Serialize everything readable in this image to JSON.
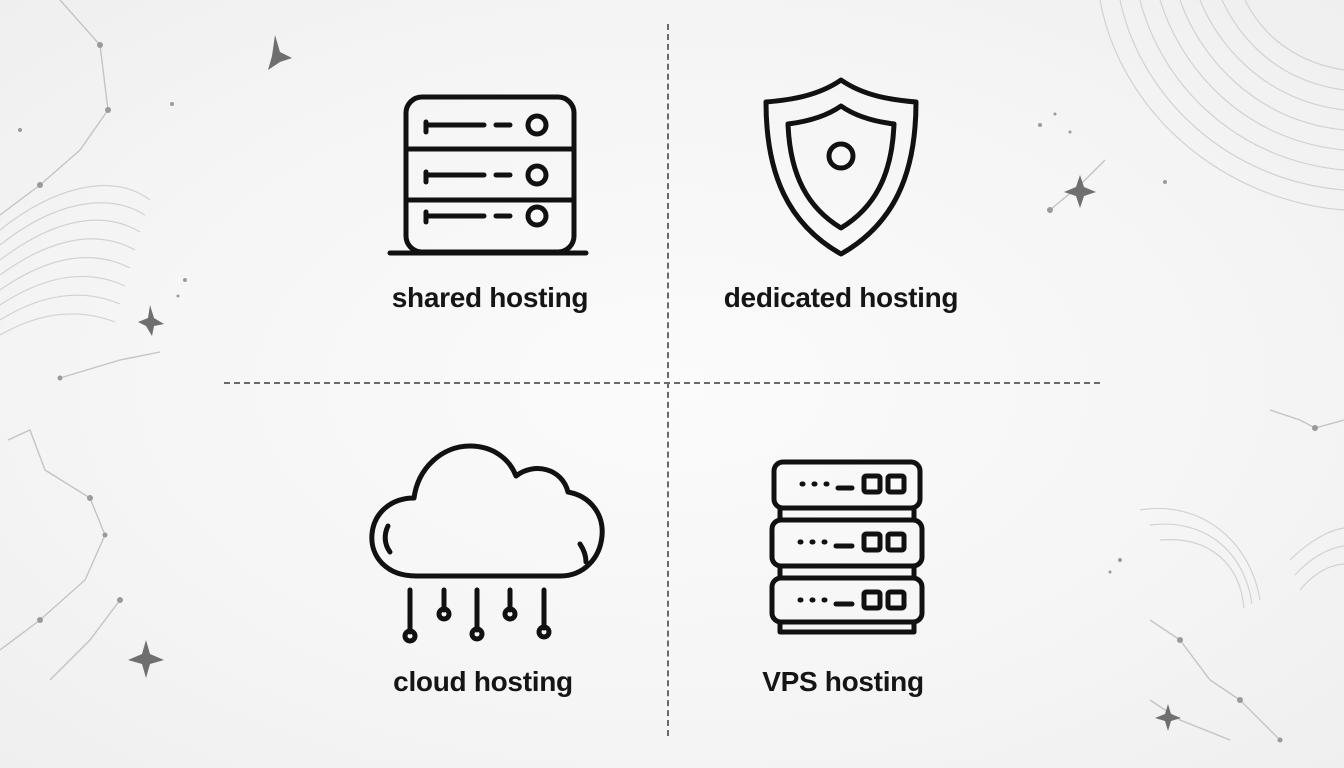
{
  "diagram": {
    "quadrants": [
      {
        "id": "shared",
        "label": "shared hosting",
        "icon": "server-rack-icon"
      },
      {
        "id": "dedicated",
        "label": "dedicated hosting",
        "icon": "shield-icon"
      },
      {
        "id": "cloud",
        "label": "cloud hosting",
        "icon": "cloud-network-icon"
      },
      {
        "id": "vps",
        "label": "VPS hosting",
        "icon": "server-stack-icon"
      }
    ]
  },
  "colors": {
    "stroke": "#111111",
    "divider": "#6a6a6a",
    "decoration": "#bdbdbd"
  }
}
